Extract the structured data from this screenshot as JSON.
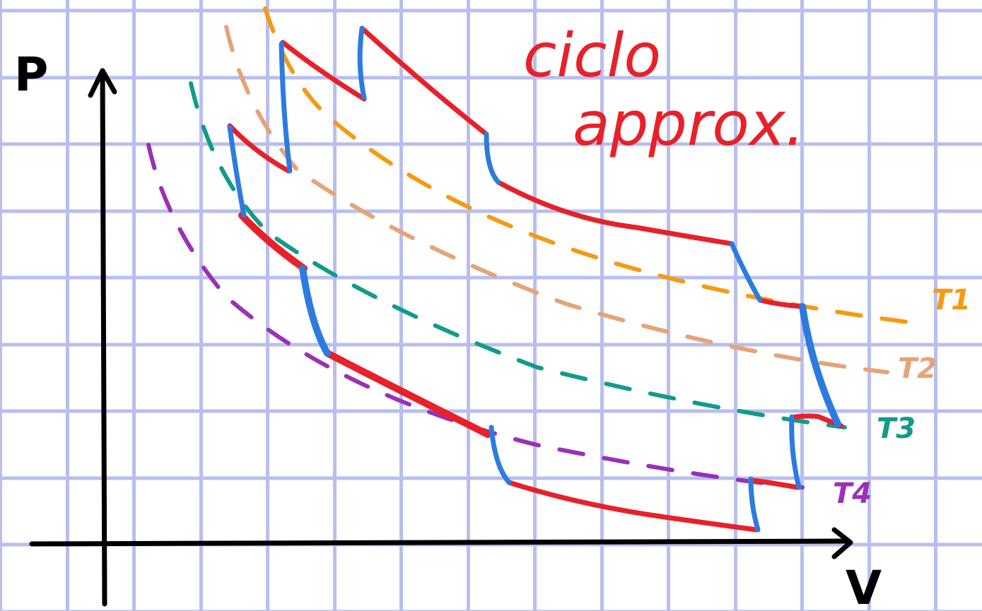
{
  "title_line1": "ciclo",
  "title_line2": "approx.",
  "axes": {
    "y_label": "P",
    "x_label": "V"
  },
  "isotherms": [
    {
      "label": "T1",
      "color": "#f59a12"
    },
    {
      "label": "T2",
      "color": "#e6a378"
    },
    {
      "label": "T3",
      "color": "#129a8a"
    },
    {
      "label": "T4",
      "color": "#9a30b8"
    }
  ],
  "colors": {
    "grid": "#cfd3f5",
    "grid_bold": "#b8bef0",
    "axis": "#000000",
    "cycle_adiabatic": "#e8202a",
    "cycle_isochoric": "#2e7be0",
    "title": "#e8202a"
  }
}
